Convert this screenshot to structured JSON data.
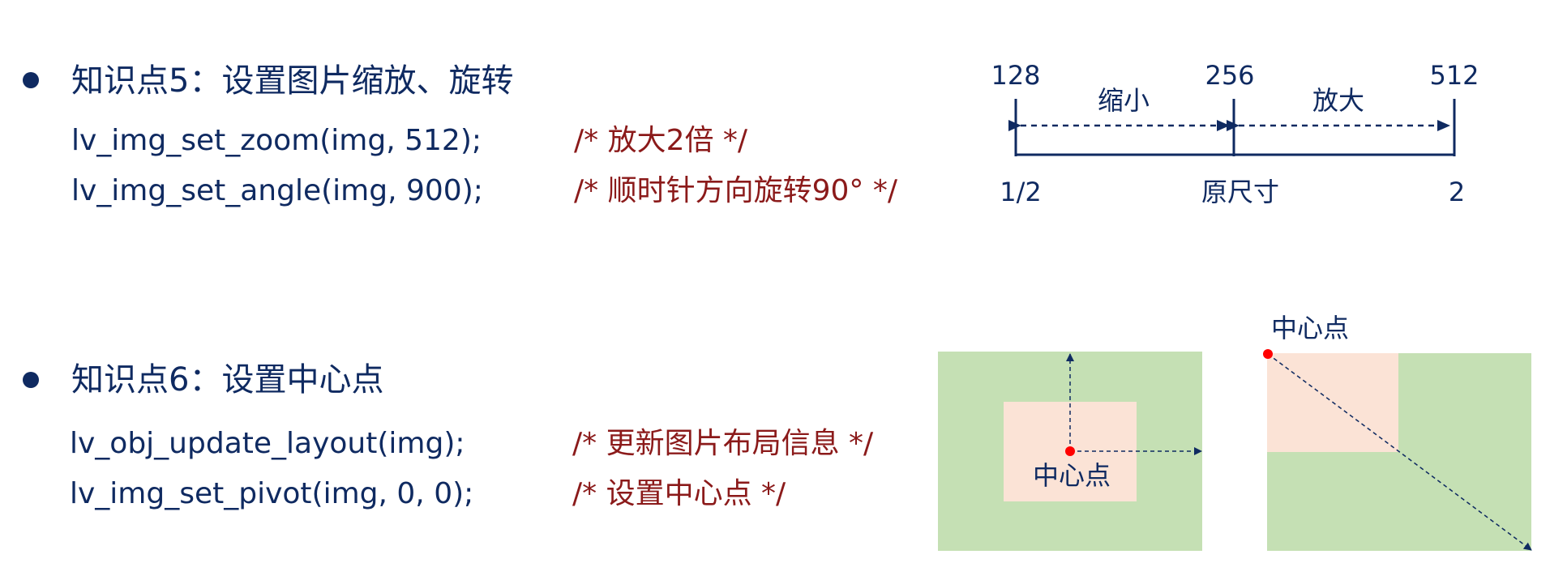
{
  "section5": {
    "heading": "知识点5：设置图片缩放、旋转",
    "lines": [
      {
        "code": "lv_img_set_zoom(img, 512);",
        "comment": "/* 放大2倍 */"
      },
      {
        "code": "lv_img_set_angle(img, 900);",
        "comment": "/* 顺时针方向旋转90° */"
      }
    ]
  },
  "section6": {
    "heading": "知识点6：设置中心点",
    "lines": [
      {
        "code": "lv_obj_update_layout(img);",
        "comment": "/* 更新图片布局信息 */"
      },
      {
        "code": "lv_img_set_pivot(img, 0, 0);",
        "comment": "/* 设置中心点 */"
      }
    ]
  },
  "zoom_diagram": {
    "top_values": [
      "128",
      "256",
      "512"
    ],
    "segment_labels": [
      "缩小",
      "放大"
    ],
    "bottom_labels": [
      "1/2",
      "原尺寸",
      "2"
    ]
  },
  "pivot_diagram": {
    "left_center_label": "中心点",
    "right_center_label": "中心点"
  },
  "colors": {
    "navy": "#0f2a61",
    "comment_red": "#8b1a1a",
    "green_fill": "#c5e0b4",
    "peach_fill": "#fbe3d6",
    "pivot_red": "#ff0000"
  }
}
